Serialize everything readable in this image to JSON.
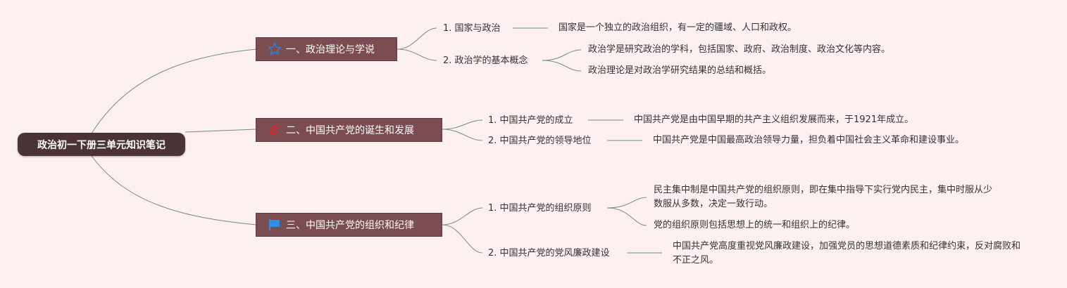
{
  "root": {
    "title": "政治初一下册三单元知识笔记"
  },
  "branches": [
    {
      "title": "一、政治理论与学说",
      "icon": "star-icon",
      "topics": [
        {
          "label": "1. 国家与政治",
          "details": [
            "国家是一个独立的政治组织，有一定的疆域、人口和政权。"
          ]
        },
        {
          "label": "2. 政治学的基本概念",
          "details": [
            "政治学是研究政治的学科，包括国家、政府、政治制度、政治文化等内容。",
            "政治理论是对政治学研究结果的总结和概括。"
          ]
        }
      ]
    },
    {
      "title": "二、中国共产党的诞生和发展",
      "icon": "hammer-sickle-icon",
      "topics": [
        {
          "label": "1. 中国共产党的成立",
          "details": [
            "中国共产党是由中国早期的共产主义组织发展而来，于1921年成立。"
          ]
        },
        {
          "label": "2. 中国共产党的领导地位",
          "details": [
            "中国共产党是中国最高政治领导力量，担负着中国社会主义革命和建设事业。"
          ]
        }
      ]
    },
    {
      "title": "三、中国共产党的组织和纪律",
      "icon": "flag-icon",
      "topics": [
        {
          "label": "1. 中国共产党的组织原则",
          "details": [
            "民主集中制是中国共产党的组织原则，即在集中指导下实行党内民主，集中时服从少数服从多数，决定一致行动。",
            "党的组织原则包括思想上的统一和组织上的纪律。"
          ]
        },
        {
          "label": "2. 中国共产党的党风廉政建设",
          "details": [
            "中国共产党高度重视党风廉政建设，加强党员的思想道德素质和纪律约束，反对腐败和不正之风。"
          ]
        }
      ]
    }
  ],
  "colors": {
    "background": "#fdf0f0",
    "root": "#4a3236",
    "branch": "#7b4c52",
    "line": "#6f8f82",
    "star": "#2d7fd0",
    "hammer": "#d22a2a",
    "flag": "#2d8fe0"
  }
}
